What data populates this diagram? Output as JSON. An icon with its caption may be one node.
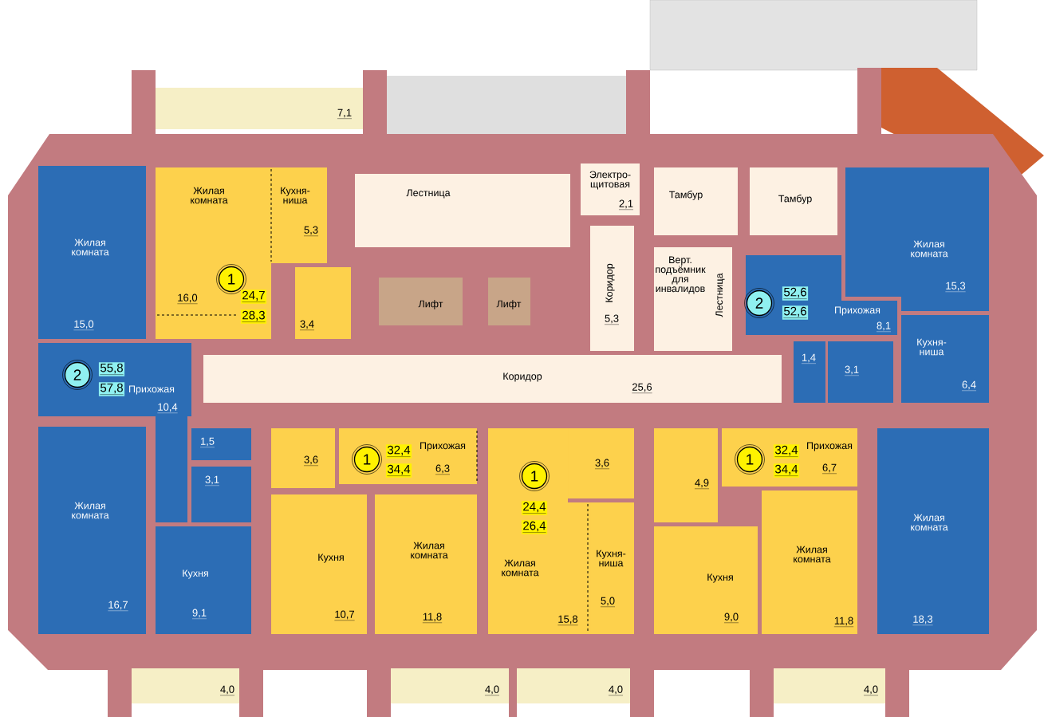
{
  "diagram": {
    "nodes": [
      {
        "text": [
          "Жилая комната",
          "15,0"
        ]
      },
      {
        "text": [
          "Жилая комната",
          "16,0"
        ]
      },
      {
        "text": [
          "Кухня-ниша",
          "5,3"
        ]
      },
      {
        "text": [
          "3,4"
        ]
      },
      {
        "text": [
          "1"
        ],
        "beside": [
          "24,7",
          "28,3"
        ],
        "in": 1
      },
      {
        "text": [
          "Лестница"
        ]
      },
      {
        "text": [
          "Электро-щитовая",
          "2,1"
        ]
      },
      {
        "text": [
          "Тамбур"
        ]
      },
      {
        "text": [
          "Тамбур"
        ]
      },
      {
        "text": [
          "Жилая комната",
          "15,3"
        ]
      },
      {
        "text": [
          "Лифт"
        ]
      },
      {
        "text": [
          "Лифт"
        ]
      },
      {
        "text": [
          "Коридор",
          "5,3"
        ]
      },
      {
        "text": [
          "Верт. подъёмник для инвалидов",
          "Лестница"
        ]
      },
      {
        "text": [
          "Прихожая",
          "8,1"
        ]
      },
      {
        "text": [
          "2"
        ],
        "beside": [
          "52,6",
          "52,6"
        ],
        "in": 14
      },
      {
        "text": [
          "Прихожая",
          "10,4"
        ]
      },
      {
        "text": [
          "2"
        ],
        "beside": [
          "55,8",
          "57,8"
        ],
        "in": 16
      },
      {
        "text": [
          "1,4"
        ]
      },
      {
        "text": [
          "3,1"
        ]
      },
      {
        "text": [
          "Кухня-ниша",
          "6,4"
        ]
      },
      {
        "text": [
          "Коридор",
          "25,6"
        ]
      },
      {
        "text": [
          "1,5"
        ]
      },
      {
        "text": [
          "3,1"
        ]
      },
      {
        "text": [
          "3,6"
        ]
      },
      {
        "text": [
          "Прихожая",
          "6,3"
        ]
      },
      {
        "text": [
          "1"
        ],
        "beside": [
          "32,4",
          "34,4"
        ],
        "in": 25
      },
      {
        "text": [
          "3,6"
        ]
      },
      {
        "text": [
          "Жилая комната",
          "15,8"
        ]
      },
      {
        "text": [
          "1"
        ],
        "beside": [
          "24,4",
          "26,4"
        ],
        "in": 28
      },
      {
        "text": [
          "4,9"
        ]
      },
      {
        "text": [
          "Прихожая",
          "6,7"
        ]
      },
      {
        "text": [
          "1"
        ],
        "beside": [
          "32,4",
          "34,4"
        ],
        "in": 31
      },
      {
        "text": [
          "Жилая комната",
          "16,7"
        ]
      },
      {
        "text": [
          "Кухня",
          "9,1"
        ]
      },
      {
        "text": [
          "Кухня",
          "10,7"
        ]
      },
      {
        "text": [
          "Жилая комната",
          "11,8"
        ]
      },
      {
        "text": [
          "Кухня-ниша",
          "5,0"
        ]
      },
      {
        "text": [
          "Кухня",
          "9,0"
        ]
      },
      {
        "text": [
          "Жилая комната",
          "11,8"
        ]
      },
      {
        "text": [
          "Жилая комната",
          "18,3"
        ]
      },
      {
        "text": [
          "7,1"
        ]
      },
      {
        "text": [
          "4,0"
        ]
      },
      {
        "text": [
          "4,0"
        ]
      },
      {
        "text": [
          "4,0"
        ]
      },
      {
        "text": [
          "4,0"
        ]
      }
    ]
  }
}
